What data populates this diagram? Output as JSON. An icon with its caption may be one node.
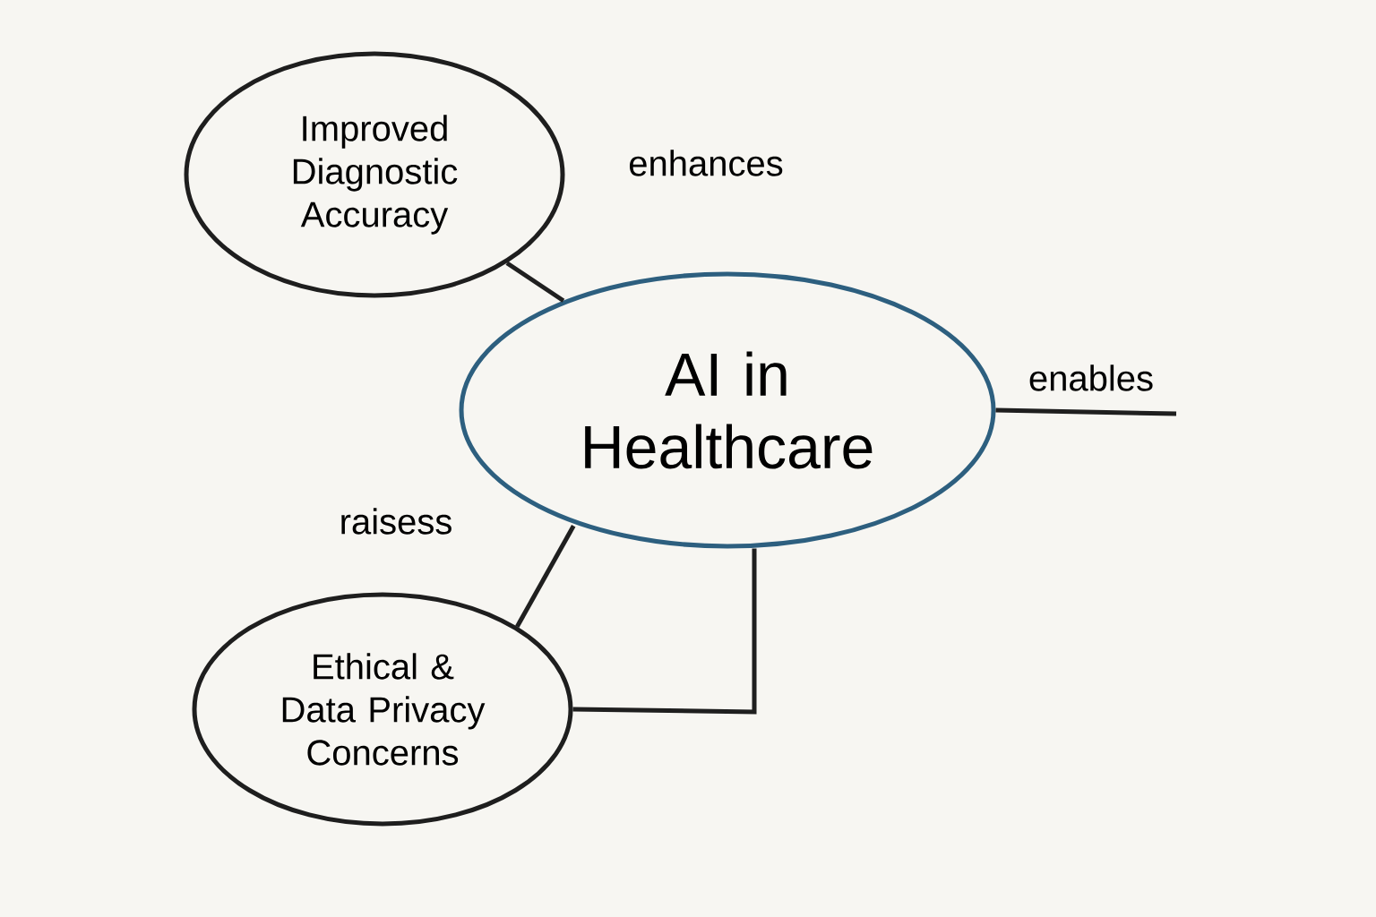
{
  "diagram": {
    "nodes": [
      {
        "text": [
          "Improved Diagnostic Accuracy"
        ]
      },
      {
        "text": [
          "AI in Healthcare"
        ]
      },
      {
        "text": [
          "Ethical & Data Privacy Concerns"
        ]
      }
    ],
    "edges": [
      {
        "from": 0,
        "to": 1,
        "arrow": "none",
        "label": "enhances"
      },
      {
        "from": 2,
        "to": 1,
        "arrow": "none",
        "label": "raisess"
      },
      {
        "from": 1,
        "to": 2,
        "arrow": "none"
      },
      {
        "from": 1,
        "to": null,
        "arrow": "none",
        "label": "enables"
      }
    ]
  }
}
